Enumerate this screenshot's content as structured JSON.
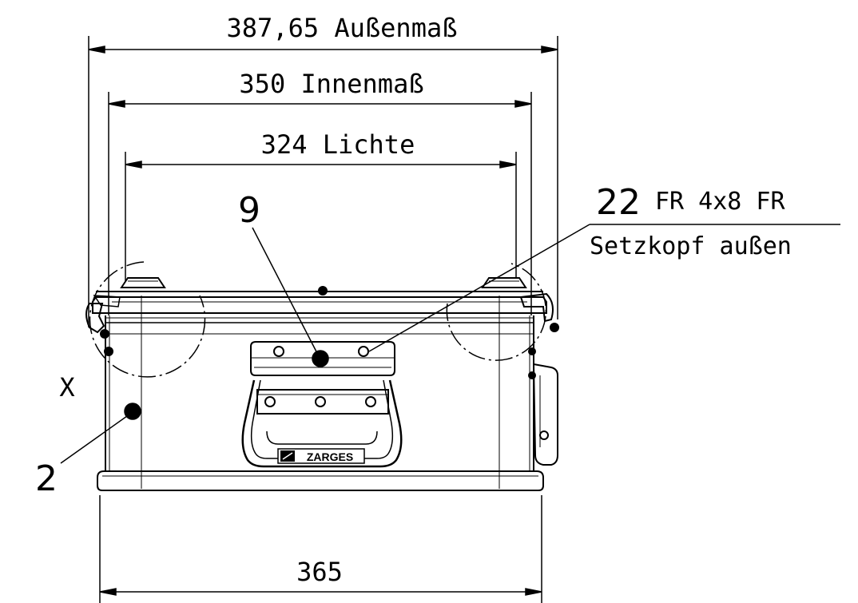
{
  "dimensions": {
    "outer_width_label": "387,65 Außenmaß",
    "inner_width_label": "350 Innenmaß",
    "clear_width_label": "324 Lichte",
    "base_width_label": "365"
  },
  "callouts": {
    "item_9": "9",
    "item_2": "2",
    "item_22": "22",
    "item_22_spec": "FR 4x8 FR",
    "item_22_note": "Setzkopf außen",
    "detail_x": "X"
  },
  "logo": {
    "text": "ZARGES"
  }
}
